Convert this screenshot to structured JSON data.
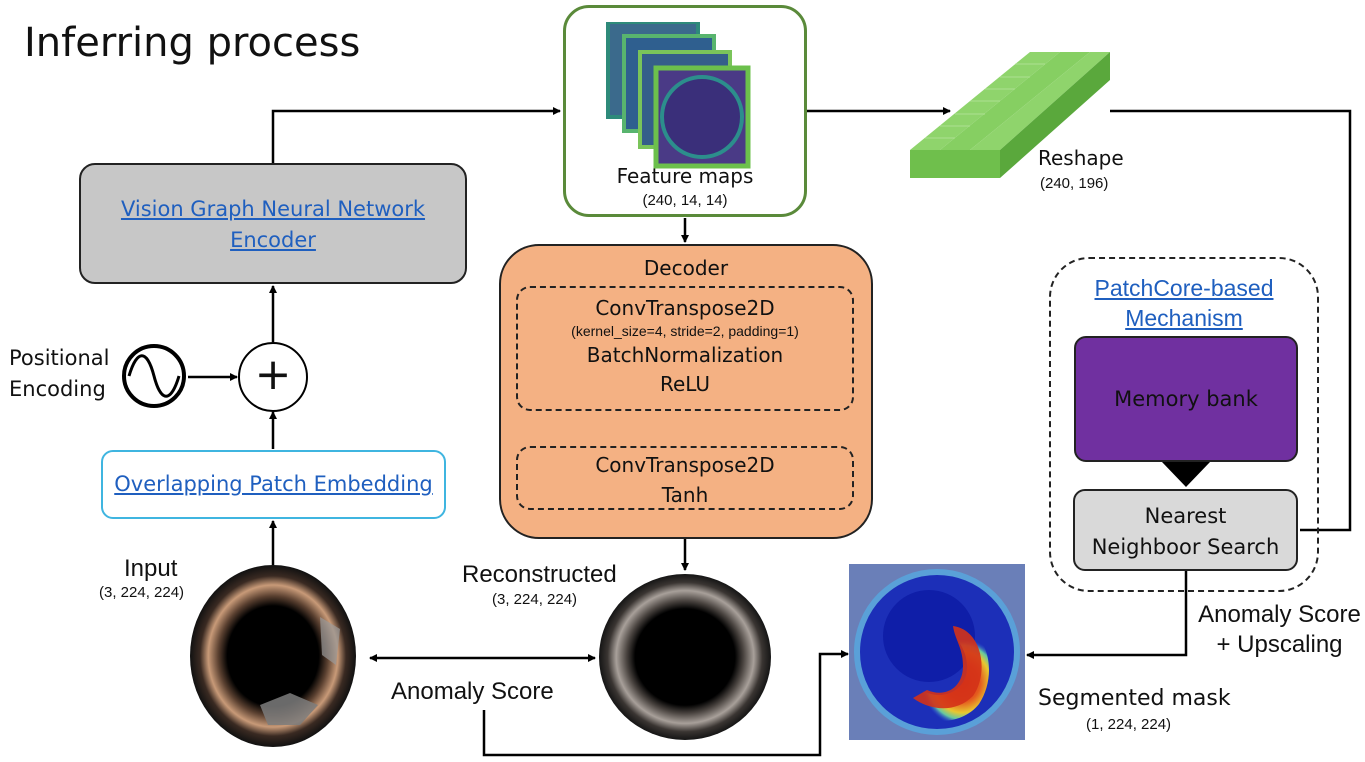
{
  "title": "Inferring process",
  "encoder": {
    "label": "Vision Graph Neural Network Encoder"
  },
  "positional_encoding": {
    "line1": "Positional",
    "line2": "Encoding",
    "plus_symbol": "+"
  },
  "patch_embedding": {
    "label": "Overlapping Patch Embedding"
  },
  "input": {
    "label": "Input",
    "shape": "(3, 224, 224)"
  },
  "feature_maps": {
    "label": "Feature maps",
    "shape": "(240, 14, 14)"
  },
  "reshape": {
    "label": "Reshape",
    "shape": "(240, 196)"
  },
  "decoder": {
    "title": "Decoder",
    "block1": {
      "layer1": "ConvTranspose2D",
      "params": "(kernel_size=4, stride=2, padding=1)",
      "layer2": "BatchNormalization",
      "layer3": "ReLU"
    },
    "block2": {
      "layer1": "ConvTranspose2D",
      "layer2": "Tanh"
    }
  },
  "reconstructed": {
    "label": "Reconstructed",
    "shape": "(3, 224, 224)"
  },
  "anomaly_score_left": "Anomaly Score",
  "patchcore": {
    "title_line1": "PatchCore-based",
    "title_line2": "Mechanism",
    "memory_bank": "Memory bank",
    "nns_line1": "Nearest",
    "nns_line2": "Neighboor Search",
    "accent": "#7030a0"
  },
  "anomaly_upscale": {
    "line1": "Anomaly Score",
    "line2": "+ Upscaling"
  },
  "segmented_mask": {
    "label": "Segmented mask",
    "shape": "(1, 224, 224)"
  }
}
